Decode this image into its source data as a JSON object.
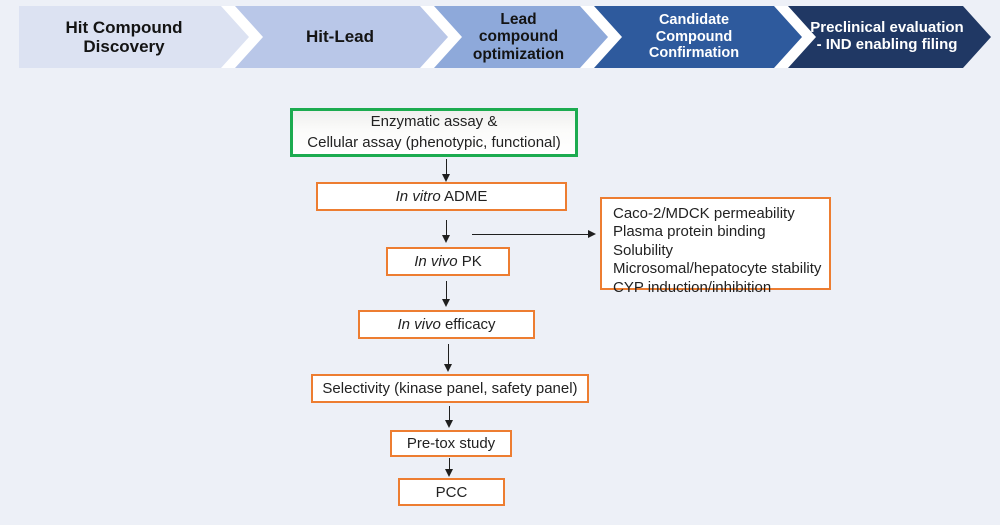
{
  "colors": {
    "background": "#edf0f7",
    "orange_accent": "#ed7d31",
    "green_accent": "#1cab50",
    "arrow": "#1f1f1f",
    "separator_white": "#ffffff"
  },
  "pipeline": {
    "stages": [
      {
        "lines": [
          "Hit Compound",
          "Discovery"
        ],
        "fill": "#dce2f2",
        "text_color": "#141414"
      },
      {
        "lines": [
          "Hit-Lead"
        ],
        "fill": "#b9c7e8",
        "text_color": "#141414"
      },
      {
        "lines": [
          "Lead",
          "compound",
          "optimization"
        ],
        "fill": "#8ea9da",
        "text_color": "#141414"
      },
      {
        "lines": [
          "Candidate",
          "Compound",
          "Confirmation"
        ],
        "fill": "#2e5a9d",
        "text_color": "#ffffff"
      },
      {
        "lines": [
          "Preclinical evaluation",
          "- IND enabling filing"
        ],
        "fill": "#203864",
        "text_color": "#ffffff"
      }
    ]
  },
  "flowchart": {
    "assay_box": {
      "lines": [
        "Enzymatic assay &",
        "Cellular assay (phenotypic, functional)"
      ],
      "border_color": "#1cab50"
    },
    "steps": [
      {
        "italic": "In vitro",
        "rest": " ADME"
      },
      {
        "italic": "In vivo",
        "rest": " PK"
      },
      {
        "italic": "In vivo",
        "rest": " efficacy"
      },
      {
        "italic": "",
        "rest": "Selectivity (kinase panel, safety panel)"
      },
      {
        "italic": "",
        "rest": "Pre-tox study"
      },
      {
        "italic": "",
        "rest": "PCC"
      }
    ],
    "side_box": {
      "lines": [
        "Caco-2/MDCK permeability",
        "Plasma protein binding",
        "Solubility",
        "Microsomal/hepatocyte stability",
        "CYP induction/inhibition"
      ],
      "border_color": "#ed7d31"
    }
  }
}
